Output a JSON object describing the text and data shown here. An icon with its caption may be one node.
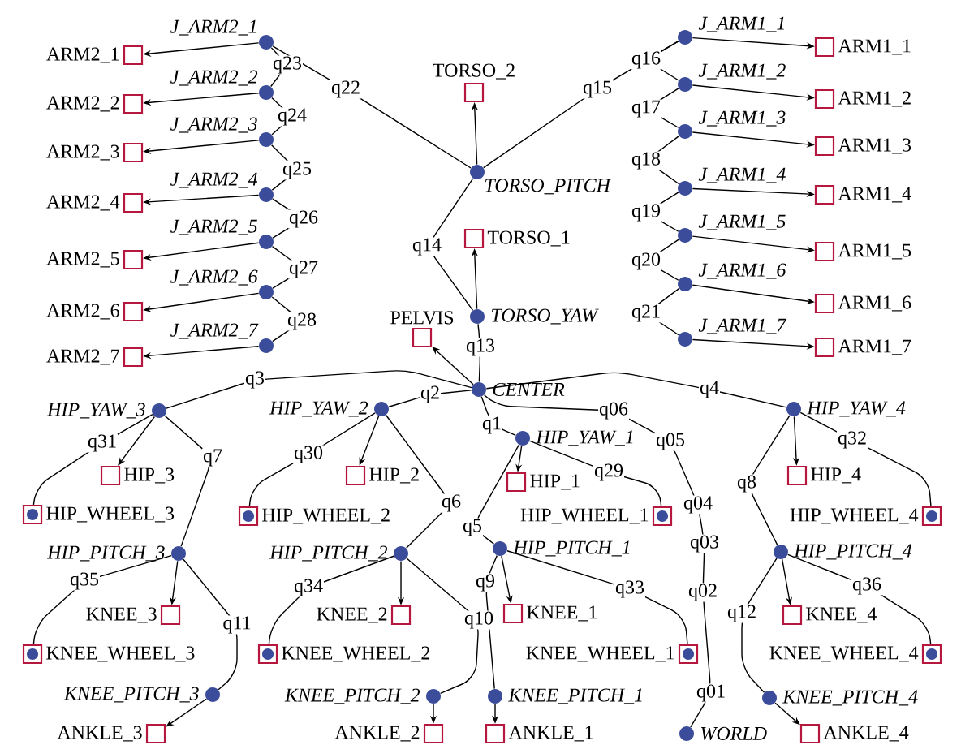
{
  "diagram": {
    "nodes": [
      {
        "text": [],
        "shape": "circle",
        "beside": [
          "J_ARM2_1"
        ]
      },
      {
        "text": [],
        "shape": "box",
        "beside": [
          "ARM2_1"
        ]
      },
      {
        "text": [],
        "shape": "circle",
        "beside": [
          "J_ARM2_2"
        ]
      },
      {
        "text": [],
        "shape": "box",
        "beside": [
          "ARM2_2"
        ]
      },
      {
        "text": [],
        "shape": "circle",
        "beside": [
          "J_ARM2_3"
        ]
      },
      {
        "text": [],
        "shape": "box",
        "beside": [
          "ARM2_3"
        ]
      },
      {
        "text": [],
        "shape": "circle",
        "beside": [
          "J_ARM2_4"
        ]
      },
      {
        "text": [],
        "shape": "box",
        "beside": [
          "ARM2_4"
        ]
      },
      {
        "text": [],
        "shape": "circle",
        "beside": [
          "J_ARM2_5"
        ]
      },
      {
        "text": [],
        "shape": "box",
        "beside": [
          "ARM2_5"
        ]
      },
      {
        "text": [],
        "shape": "circle",
        "beside": [
          "J_ARM2_6"
        ]
      },
      {
        "text": [],
        "shape": "box",
        "beside": [
          "ARM2_6"
        ]
      },
      {
        "text": [],
        "shape": "circle",
        "beside": [
          "J_ARM2_7"
        ]
      },
      {
        "text": [],
        "shape": "box",
        "beside": [
          "ARM2_7"
        ]
      },
      {
        "text": [],
        "shape": "box",
        "beside": [
          "TORSO_2"
        ]
      },
      {
        "text": [],
        "shape": "circle",
        "beside": [
          "TORSO_PITCH"
        ]
      },
      {
        "text": [],
        "shape": "box",
        "beside": [
          "TORSO_1"
        ]
      },
      {
        "text": [],
        "shape": "circle",
        "beside": [
          "TORSO_YAW"
        ]
      },
      {
        "text": [],
        "shape": "box",
        "beside": [
          "PELVIS"
        ]
      },
      {
        "text": [],
        "shape": "circle",
        "beside": [
          "CENTER"
        ]
      },
      {
        "text": [],
        "shape": "circle",
        "beside": [
          "J_ARM1_1"
        ]
      },
      {
        "text": [],
        "shape": "box",
        "beside": [
          "ARM1_1"
        ]
      },
      {
        "text": [],
        "shape": "circle",
        "beside": [
          "J_ARM1_2"
        ]
      },
      {
        "text": [],
        "shape": "box",
        "beside": [
          "ARM1_2"
        ]
      },
      {
        "text": [],
        "shape": "circle",
        "beside": [
          "J_ARM1_3"
        ]
      },
      {
        "text": [],
        "shape": "box",
        "beside": [
          "ARM1_3"
        ]
      },
      {
        "text": [],
        "shape": "circle",
        "beside": [
          "J_ARM1_4"
        ]
      },
      {
        "text": [],
        "shape": "box",
        "beside": [
          "ARM1_4"
        ]
      },
      {
        "text": [],
        "shape": "circle",
        "beside": [
          "J_ARM1_5"
        ]
      },
      {
        "text": [],
        "shape": "box",
        "beside": [
          "ARM1_5"
        ]
      },
      {
        "text": [],
        "shape": "circle",
        "beside": [
          "J_ARM1_6"
        ]
      },
      {
        "text": [],
        "shape": "box",
        "beside": [
          "ARM1_6"
        ]
      },
      {
        "text": [],
        "shape": "circle",
        "beside": [
          "J_ARM1_7"
        ]
      },
      {
        "text": [],
        "shape": "box",
        "beside": [
          "ARM1_7"
        ]
      },
      {
        "text": [],
        "shape": "circle",
        "beside": [
          "HIP_YAW_3"
        ]
      },
      {
        "text": [],
        "shape": "box",
        "beside": [
          "HIP_3"
        ]
      },
      {
        "text": [],
        "shape": "box",
        "beside": [
          "HIP_WHEEL_3"
        ]
      },
      {
        "text": [],
        "shape": "circle",
        "in": 36
      },
      {
        "text": [],
        "shape": "circle",
        "beside": [
          "HIP_PITCH_3"
        ]
      },
      {
        "text": [],
        "shape": "box",
        "beside": [
          "KNEE_3"
        ]
      },
      {
        "text": [],
        "shape": "box",
        "beside": [
          "KNEE_WHEEL_3"
        ]
      },
      {
        "text": [],
        "shape": "circle",
        "in": 40
      },
      {
        "text": [],
        "shape": "circle",
        "beside": [
          "KNEE_PITCH_3"
        ]
      },
      {
        "text": [],
        "shape": "box",
        "beside": [
          "ANKLE_3"
        ]
      },
      {
        "text": [],
        "shape": "circle",
        "beside": [
          "HIP_YAW_2"
        ]
      },
      {
        "text": [],
        "shape": "box",
        "beside": [
          "HIP_2"
        ]
      },
      {
        "text": [],
        "shape": "box",
        "beside": [
          "HIP_WHEEL_2"
        ]
      },
      {
        "text": [],
        "shape": "circle",
        "in": 46
      },
      {
        "text": [],
        "shape": "circle",
        "beside": [
          "HIP_PITCH_2"
        ]
      },
      {
        "text": [],
        "shape": "box",
        "beside": [
          "KNEE_2"
        ]
      },
      {
        "text": [],
        "shape": "box",
        "beside": [
          "KNEE_WHEEL_2"
        ]
      },
      {
        "text": [],
        "shape": "circle",
        "in": 50
      },
      {
        "text": [],
        "shape": "circle",
        "beside": [
          "KNEE_PITCH_2"
        ]
      },
      {
        "text": [],
        "shape": "box",
        "beside": [
          "ANKLE_2"
        ]
      },
      {
        "text": [],
        "shape": "circle",
        "beside": [
          "HIP_YAW_1"
        ]
      },
      {
        "text": [],
        "shape": "box",
        "beside": [
          "HIP_1"
        ]
      },
      {
        "text": [],
        "shape": "box",
        "beside": [
          "HIP_WHEEL_1"
        ]
      },
      {
        "text": [],
        "shape": "circle",
        "in": 56
      },
      {
        "text": [],
        "shape": "circle",
        "beside": [
          "HIP_PITCH_1"
        ]
      },
      {
        "text": [],
        "shape": "box",
        "beside": [
          "KNEE_1"
        ]
      },
      {
        "text": [],
        "shape": "box",
        "beside": [
          "KNEE_WHEEL_1"
        ]
      },
      {
        "text": [],
        "shape": "circle",
        "in": 60
      },
      {
        "text": [],
        "shape": "circle",
        "beside": [
          "KNEE_PITCH_1"
        ]
      },
      {
        "text": [],
        "shape": "box",
        "beside": [
          "ANKLE_1"
        ]
      },
      {
        "text": [],
        "shape": "circle",
        "beside": [
          "HIP_YAW_4"
        ]
      },
      {
        "text": [],
        "shape": "box",
        "beside": [
          "HIP_4"
        ]
      },
      {
        "text": [],
        "shape": "box",
        "beside": [
          "HIP_WHEEL_4"
        ]
      },
      {
        "text": [],
        "shape": "circle",
        "in": 66
      },
      {
        "text": [],
        "shape": "circle",
        "beside": [
          "HIP_PITCH_4"
        ]
      },
      {
        "text": [],
        "shape": "box",
        "beside": [
          "KNEE_4"
        ]
      },
      {
        "text": [],
        "shape": "box",
        "beside": [
          "KNEE_WHEEL_4"
        ]
      },
      {
        "text": [],
        "shape": "circle",
        "in": 70
      },
      {
        "text": [],
        "shape": "circle",
        "beside": [
          "KNEE_PITCH_4"
        ]
      },
      {
        "text": [],
        "shape": "box",
        "beside": [
          "ANKLE_4"
        ]
      },
      {
        "text": [],
        "shape": "circle",
        "beside": [
          "WORLD"
        ]
      }
    ],
    "edges": [
      {
        "from": 15,
        "to": 0,
        "arrow": "none",
        "label": "q22"
      },
      {
        "from": 0,
        "to": 2,
        "arrow": "none",
        "label": "q23"
      },
      {
        "from": 2,
        "to": 4,
        "arrow": "none",
        "label": "q24"
      },
      {
        "from": 4,
        "to": 6,
        "arrow": "none",
        "label": "q25"
      },
      {
        "from": 6,
        "to": 8,
        "arrow": "none",
        "label": "q26"
      },
      {
        "from": 8,
        "to": 10,
        "arrow": "none",
        "label": "q27"
      },
      {
        "from": 10,
        "to": 12,
        "arrow": "none",
        "label": "q28"
      },
      {
        "from": 0,
        "to": 1,
        "arrow": "to"
      },
      {
        "from": 2,
        "to": 3,
        "arrow": "to"
      },
      {
        "from": 4,
        "to": 5,
        "arrow": "to"
      },
      {
        "from": 6,
        "to": 7,
        "arrow": "to"
      },
      {
        "from": 8,
        "to": 9,
        "arrow": "to"
      },
      {
        "from": 10,
        "to": 11,
        "arrow": "to"
      },
      {
        "from": 12,
        "to": 13,
        "arrow": "to"
      },
      {
        "from": 15,
        "to": 20,
        "arrow": "none",
        "label": "q15"
      },
      {
        "from": 20,
        "to": 22,
        "arrow": "none",
        "label": "q16"
      },
      {
        "from": 22,
        "to": 24,
        "arrow": "none",
        "label": "q17"
      },
      {
        "from": 24,
        "to": 26,
        "arrow": "none",
        "label": "q18"
      },
      {
        "from": 26,
        "to": 28,
        "arrow": "none",
        "label": "q19"
      },
      {
        "from": 28,
        "to": 30,
        "arrow": "none",
        "label": "q20"
      },
      {
        "from": 30,
        "to": 32,
        "arrow": "none",
        "label": "q21"
      },
      {
        "from": 20,
        "to": 21,
        "arrow": "to"
      },
      {
        "from": 22,
        "to": 23,
        "arrow": "to"
      },
      {
        "from": 24,
        "to": 25,
        "arrow": "to"
      },
      {
        "from": 26,
        "to": 27,
        "arrow": "to"
      },
      {
        "from": 28,
        "to": 29,
        "arrow": "to"
      },
      {
        "from": 30,
        "to": 31,
        "arrow": "to"
      },
      {
        "from": 32,
        "to": 33,
        "arrow": "to"
      },
      {
        "from": 17,
        "to": 15,
        "arrow": "none",
        "label": "q14"
      },
      {
        "from": 15,
        "to": 14,
        "arrow": "to"
      },
      {
        "from": 17,
        "to": 16,
        "arrow": "to"
      },
      {
        "from": 19,
        "to": 17,
        "arrow": "none",
        "label": "q13"
      },
      {
        "from": 19,
        "to": 18,
        "arrow": "to"
      },
      {
        "from": 19,
        "to": 74,
        "arrow": "none"
      },
      {
        "from": 19,
        "to": 34,
        "arrow": "none",
        "label": "q3"
      },
      {
        "from": 34,
        "to": 36,
        "arrow": "none",
        "label": "q31"
      },
      {
        "from": 34,
        "to": 38,
        "arrow": "none",
        "label": "q7"
      },
      {
        "from": 38,
        "to": 40,
        "arrow": "none",
        "label": "q35"
      },
      {
        "from": 38,
        "to": 42,
        "arrow": "none",
        "label": "q11"
      },
      {
        "from": 34,
        "to": 35,
        "arrow": "to"
      },
      {
        "from": 38,
        "to": 39,
        "arrow": "to"
      },
      {
        "from": 42,
        "to": 43,
        "arrow": "to"
      },
      {
        "from": 19,
        "to": 44,
        "arrow": "none",
        "label": "q2"
      },
      {
        "from": 44,
        "to": 46,
        "arrow": "none",
        "label": "q30"
      },
      {
        "from": 44,
        "to": 48,
        "arrow": "none",
        "label": "q6"
      },
      {
        "from": 48,
        "to": 50,
        "arrow": "none",
        "label": "q34"
      },
      {
        "from": 48,
        "to": 52,
        "arrow": "none",
        "label": "q10"
      },
      {
        "from": 44,
        "to": 45,
        "arrow": "to"
      },
      {
        "from": 48,
        "to": 49,
        "arrow": "to"
      },
      {
        "from": 52,
        "to": 53,
        "arrow": "to"
      },
      {
        "from": 19,
        "to": 54,
        "arrow": "none",
        "label": "q1"
      },
      {
        "from": 54,
        "to": 56,
        "arrow": "none",
        "label": "q29"
      },
      {
        "from": 54,
        "to": 58,
        "arrow": "none",
        "label": "q5"
      },
      {
        "from": 58,
        "to": 60,
        "arrow": "none",
        "label": "q33"
      },
      {
        "from": 58,
        "to": 62,
        "arrow": "none",
        "label": "q9"
      },
      {
        "from": 54,
        "to": 55,
        "arrow": "to"
      },
      {
        "from": 58,
        "to": 59,
        "arrow": "to"
      },
      {
        "from": 62,
        "to": 63,
        "arrow": "to"
      },
      {
        "from": 19,
        "to": 64,
        "arrow": "none",
        "label": "q4"
      },
      {
        "from": 64,
        "to": 66,
        "arrow": "none",
        "label": "q32"
      },
      {
        "from": 64,
        "to": 68,
        "arrow": "none",
        "label": "q8"
      },
      {
        "from": 68,
        "to": 70,
        "arrow": "none",
        "label": "q36"
      },
      {
        "from": 68,
        "to": 72,
        "arrow": "none",
        "label": "q12"
      },
      {
        "from": 64,
        "to": 65,
        "arrow": "to"
      },
      {
        "from": 68,
        "to": 69,
        "arrow": "to"
      },
      {
        "from": 72,
        "to": 73,
        "arrow": "to"
      }
    ],
    "labels": [
      "q06",
      "q05",
      "q04",
      "q03",
      "q02",
      "q01"
    ]
  }
}
